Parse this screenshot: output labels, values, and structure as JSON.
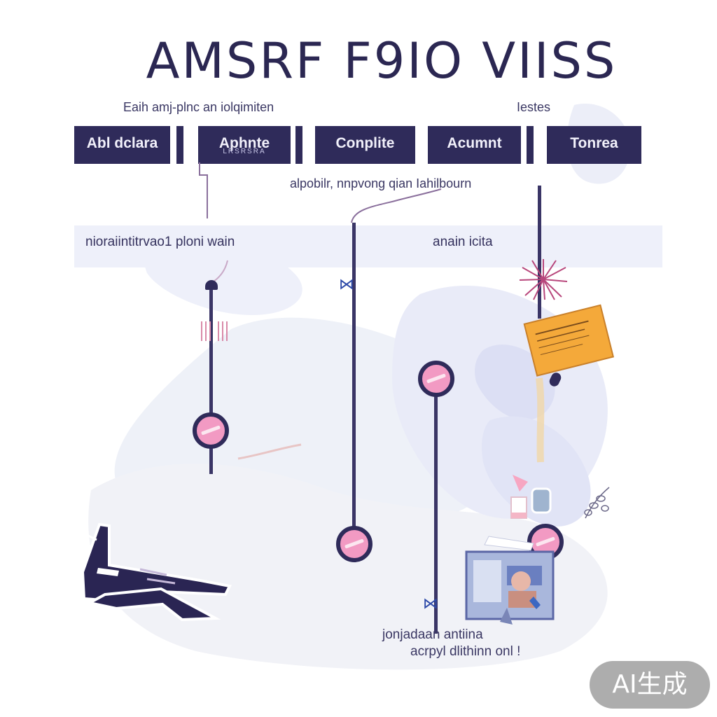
{
  "title": "AMSRF F9IO VIISS",
  "top_caption_left": "Eaih amj-plnc an iolqimiten",
  "top_caption_right": "Iestes",
  "tabs": [
    {
      "label": "Abl dclara",
      "sub": ""
    },
    {
      "label": "Aphnte",
      "sub": "LRSRSRA"
    },
    {
      "label": "Conplite",
      "sub": ""
    },
    {
      "label": "Acumnt",
      "sub": ""
    },
    {
      "label": "Tonrea",
      "sub": ""
    }
  ],
  "mid_caption": "alpobilr, nnpvong qian Iahilbourn",
  "band": {
    "left": "nioraiintitrvao1 ploni wain",
    "right": "anain icita"
  },
  "bottom_caption": {
    "line1": "jonjadaan antiina",
    "line2": "acrpyl dlithinn onl !"
  },
  "badge": "AI生成",
  "colors": {
    "navy": "#2f2b5a",
    "node_pink": "#f29ac3",
    "band": "#eef0fa",
    "note": "#f4a93a",
    "bow": "#2d49a8"
  }
}
